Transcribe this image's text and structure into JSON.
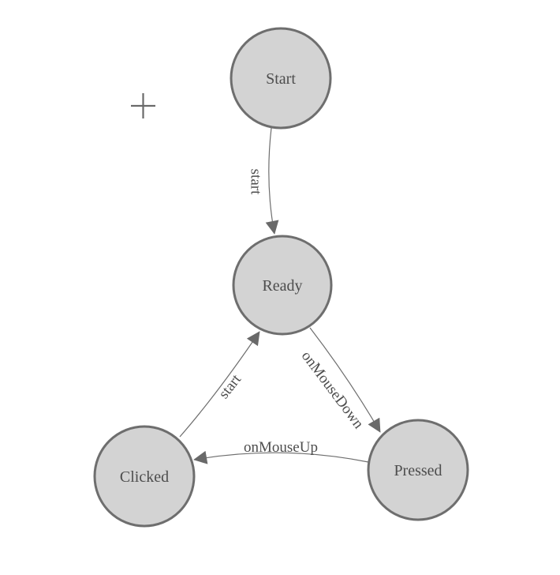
{
  "colors": {
    "background": "#ffffff",
    "node_fill": "#d3d3d3",
    "node_stroke": "#6e6e6e",
    "edge_stroke": "#6e6e6e",
    "arrow_fill": "#696969",
    "label_text": "#4d4d4d",
    "crosshair": "#6a6a6a"
  },
  "icons": {
    "crosshair": "plus-crosshair-icon",
    "arrow": "arrowhead-icon"
  },
  "diagram": {
    "kind": "state-machine",
    "nodes": [
      {
        "id": "start",
        "label": "Start"
      },
      {
        "id": "ready",
        "label": "Ready"
      },
      {
        "id": "clicked",
        "label": "Clicked"
      },
      {
        "id": "pressed",
        "label": "Pressed"
      }
    ],
    "edges": [
      {
        "from": "Start",
        "to": "Ready",
        "label": "start"
      },
      {
        "from": "Clicked",
        "to": "Ready",
        "label": "start"
      },
      {
        "from": "Ready",
        "to": "Pressed",
        "label": "onMouseDown"
      },
      {
        "from": "Pressed",
        "to": "Clicked",
        "label": "onMouseUp"
      }
    ]
  }
}
